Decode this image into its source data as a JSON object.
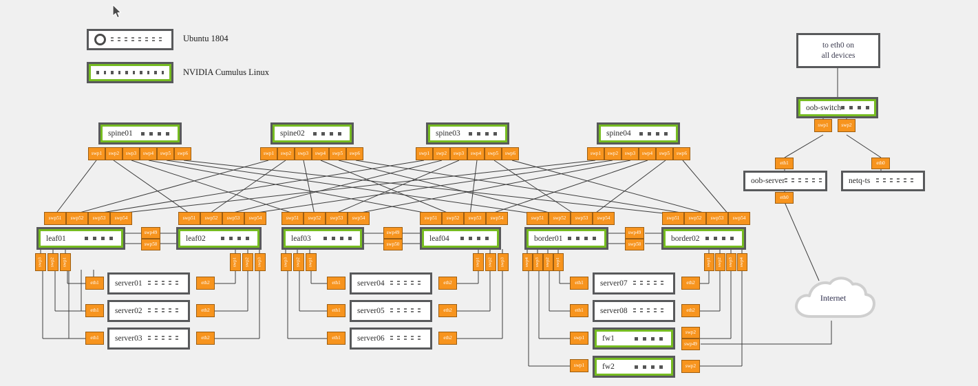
{
  "page": {
    "background": "#f0f0f0",
    "accent_orange": "#f7941e",
    "accent_green": "#76bc21",
    "chassis_gray": "#58595b"
  },
  "legend": {
    "items": [
      {
        "id": "ubuntu",
        "label": "Ubuntu 1804",
        "style": "plain"
      },
      {
        "id": "cumulus",
        "label": "NVIDIA Cumulus Linux",
        "style": "cumulus"
      }
    ]
  },
  "note": {
    "line1": "to eth0 on",
    "line2": "all devices"
  },
  "cloud": {
    "label": "Internet"
  },
  "spines": [
    {
      "name": "spine01",
      "ports": [
        "swp1",
        "swp2",
        "swp3",
        "swp4",
        "swp5",
        "swp6"
      ]
    },
    {
      "name": "spine02",
      "ports": [
        "swp1",
        "swp2",
        "swp3",
        "swp4",
        "swp5",
        "swp6"
      ]
    },
    {
      "name": "spine03",
      "ports": [
        "swp1",
        "swp2",
        "swp3",
        "swp4",
        "swp5",
        "swp6"
      ]
    },
    {
      "name": "spine04",
      "ports": [
        "swp1",
        "swp2",
        "swp3",
        "swp4",
        "swp5",
        "swp6"
      ]
    }
  ],
  "leaves": [
    {
      "name": "leaf01",
      "uplinks": [
        "swp51",
        "swp52",
        "swp53",
        "swp54"
      ],
      "downlinks": [
        "swp3",
        "swp2",
        "swp1"
      ]
    },
    {
      "name": "leaf02",
      "uplinks": [
        "swp51",
        "swp52",
        "swp53",
        "swp54"
      ],
      "downlinks": [
        "swp1",
        "swp2",
        "swp3"
      ]
    },
    {
      "name": "leaf03",
      "uplinks": [
        "swp51",
        "swp52",
        "swp53",
        "swp54"
      ],
      "downlinks": [
        "swp3",
        "swp2",
        "swp1"
      ]
    },
    {
      "name": "leaf04",
      "uplinks": [
        "swp51",
        "swp52",
        "swp53",
        "swp54"
      ],
      "downlinks": [
        "swp1",
        "swp2",
        "swp3"
      ]
    },
    {
      "name": "border01",
      "uplinks": [
        "swp51",
        "swp52",
        "swp53",
        "swp54"
      ],
      "downlinks": [
        "swp4",
        "swp3",
        "swp2",
        "swp1"
      ]
    },
    {
      "name": "border02",
      "uplinks": [
        "swp51",
        "swp52",
        "swp53",
        "swp54"
      ],
      "downlinks": [
        "swp1",
        "swp2",
        "swp3",
        "swp4"
      ]
    }
  ],
  "peerlinks": [
    {
      "between": "leaf01-leaf02",
      "ports": [
        "swp49",
        "swp50"
      ]
    },
    {
      "between": "leaf03-leaf04",
      "ports": [
        "swp49",
        "swp50"
      ]
    },
    {
      "between": "border01-border02",
      "ports": [
        "swp49",
        "swp50"
      ]
    }
  ],
  "servers": [
    {
      "name": "server01",
      "left_port": "eth1",
      "right_port": "eth2"
    },
    {
      "name": "server02",
      "left_port": "eth1",
      "right_port": "eth2"
    },
    {
      "name": "server03",
      "left_port": "eth1",
      "right_port": "eth2"
    },
    {
      "name": "server04",
      "left_port": "eth1",
      "right_port": "eth2"
    },
    {
      "name": "server05",
      "left_port": "eth1",
      "right_port": "eth2"
    },
    {
      "name": "server06",
      "left_port": "eth1",
      "right_port": "eth2"
    },
    {
      "name": "server07",
      "left_port": "eth1",
      "right_port": "eth2"
    },
    {
      "name": "server08",
      "left_port": "eth1",
      "right_port": "eth2"
    }
  ],
  "firewalls": [
    {
      "name": "fw1",
      "left_port": "swp1",
      "right_ports": [
        "swp2",
        "swp49"
      ]
    },
    {
      "name": "fw2",
      "left_port": "swp1",
      "right_ports": [
        "swp2"
      ]
    }
  ],
  "oob": {
    "switch": {
      "name": "oob-switch",
      "ports": [
        "swp1",
        "swp2"
      ]
    },
    "server": {
      "name": "oob-server",
      "top_port": "eth1",
      "bottom_port": "eth0"
    },
    "netq": {
      "name": "netq-ts",
      "top_port": "eth0"
    }
  }
}
